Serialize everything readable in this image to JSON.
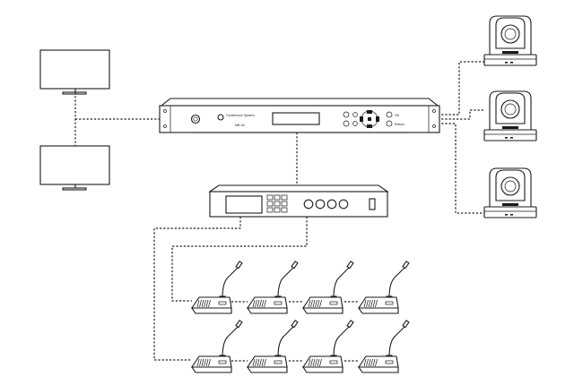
{
  "devices": {
    "host": {
      "brand_text": "Conference System",
      "model_text": "MB-94",
      "btn_left_label": "OK",
      "btn_right_label": "Return"
    }
  },
  "counts": {
    "monitors": 2,
    "cameras": 3,
    "microphone_rows": 2,
    "microphones_per_row": 4
  }
}
